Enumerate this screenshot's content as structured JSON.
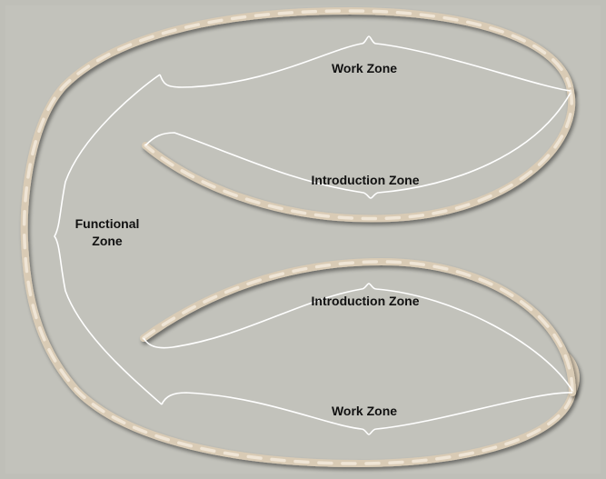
{
  "diagram": {
    "labels": {
      "work_zone_top": "Work Zone",
      "introduction_zone_top": "Introduction Zone",
      "functional_zone_line1": "Functional",
      "functional_zone_line2": "Zone",
      "introduction_zone_bottom": "Introduction Zone",
      "work_zone_bottom": "Work Zone"
    },
    "colors": {
      "background": "#bfbfb8",
      "rope": "#e3d6c2",
      "rope_shadow": "#8f8a80",
      "bracket": "#ffffff",
      "label": "#111111"
    }
  }
}
